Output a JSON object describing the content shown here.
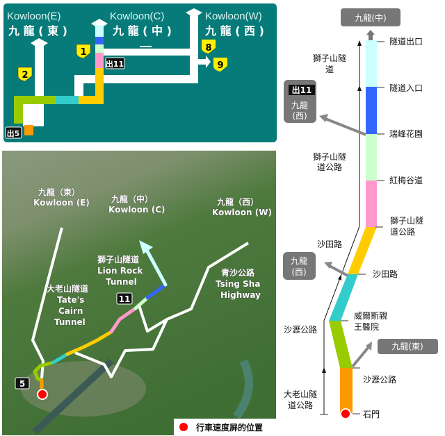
{
  "schematic": {
    "destinations": [
      {
        "en": "Kowloon(E)",
        "zh": "九 龍 ( 東 )"
      },
      {
        "en": "Kowloon(C)",
        "zh": "九 龍 ( 中 )"
      },
      {
        "en": "Kowloon(W)",
        "zh": "九 龍 ( 西 )"
      }
    ],
    "route_shields": [
      "1",
      "2",
      "8",
      "9"
    ],
    "exit_badges": [
      "出11",
      "出5"
    ],
    "colors": {
      "panel": "#077b79",
      "light_cyan": "#ccffff",
      "blue": "#3366ff",
      "light_green": "#ccffcc",
      "pink": "#ff99cc",
      "yellow": "#ffcc00",
      "cyan": "#33cccc",
      "green": "#99cc00",
      "orange": "#ff9900"
    }
  },
  "map": {
    "labels": {
      "kowloon_e_zh": "九龍（東）",
      "kowloon_e_en": "Kowloon (E)",
      "kowloon_c_zh": "九龍（中）",
      "kowloon_c_en": "Kowloon (C)",
      "kowloon_w_zh": "九龍（西）",
      "kowloon_w_en": "Kowloon (W)",
      "lion_rock_zh": "獅子山隧道",
      "lion_rock_en1": "Lion Rock",
      "lion_rock_en2": "Tunnel",
      "tates_zh": "大老山隧道",
      "tates_en1": "Tate's",
      "tates_en2": "Cairn",
      "tates_en3": "Tunnel",
      "tsing_sha_zh": "青沙公路",
      "tsing_sha_en1": "Tsing Sha",
      "tsing_sha_en2": "Highway"
    },
    "badges": [
      "11",
      "5"
    ],
    "legend": "行車速度屏的位置"
  },
  "strip": {
    "top_destination": "九龍(中)",
    "exit11_badge": "出11",
    "exit11_dest1": "九龍",
    "exit11_dest2": "(西)",
    "west_dest1": "九龍",
    "west_dest2": "(西)",
    "east_dest": "九龍(東)",
    "points": [
      "隧道出口",
      "隧道入口",
      "瑞峰花園",
      "紅梅谷道",
      "獅子山隧",
      "道公路",
      "沙田路",
      "威爾斯親",
      "王醫院",
      "沙瀝公路",
      "石門"
    ],
    "roads": [
      "獅子山隧",
      "道",
      "獅子山隧",
      "道公路",
      "沙田路",
      "沙瀝公路",
      "大老山隧",
      "道公路"
    ]
  }
}
